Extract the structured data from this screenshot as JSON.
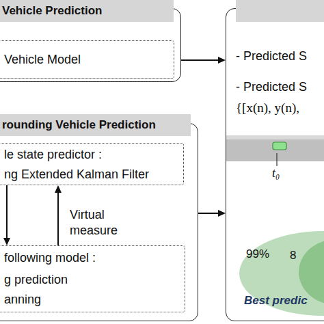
{
  "diagram": {
    "nodes": [
      {
        "text": [
          "Vehicle Prediction"
        ]
      },
      {
        "text": [
          "Vehicle Model"
        ],
        "in": 0
      },
      {
        "text": [
          "rounding Vehicle Prediction"
        ]
      },
      {
        "text": [
          "le state predictor :",
          "ng Extended Kalman Filter"
        ],
        "in": 2
      },
      {
        "text": [
          "following model :",
          "g prediction",
          "anning"
        ],
        "in": 2
      },
      {
        "text": [
          "- Predicted S",
          "- Predicted S",
          "{[x(n), y(n),"
        ]
      }
    ],
    "edges": [
      {
        "from": 0,
        "to": 5,
        "arrow": "to"
      },
      {
        "from": 2,
        "to": 5,
        "arrow": "to"
      },
      {
        "from": 3,
        "to": 4,
        "arrow": "to"
      },
      {
        "from": 4,
        "to": 3,
        "arrow": "to",
        "label": "Virtual measure"
      }
    ],
    "labels": [
      "t₀",
      "99%",
      "8",
      "Best predic"
    ]
  }
}
